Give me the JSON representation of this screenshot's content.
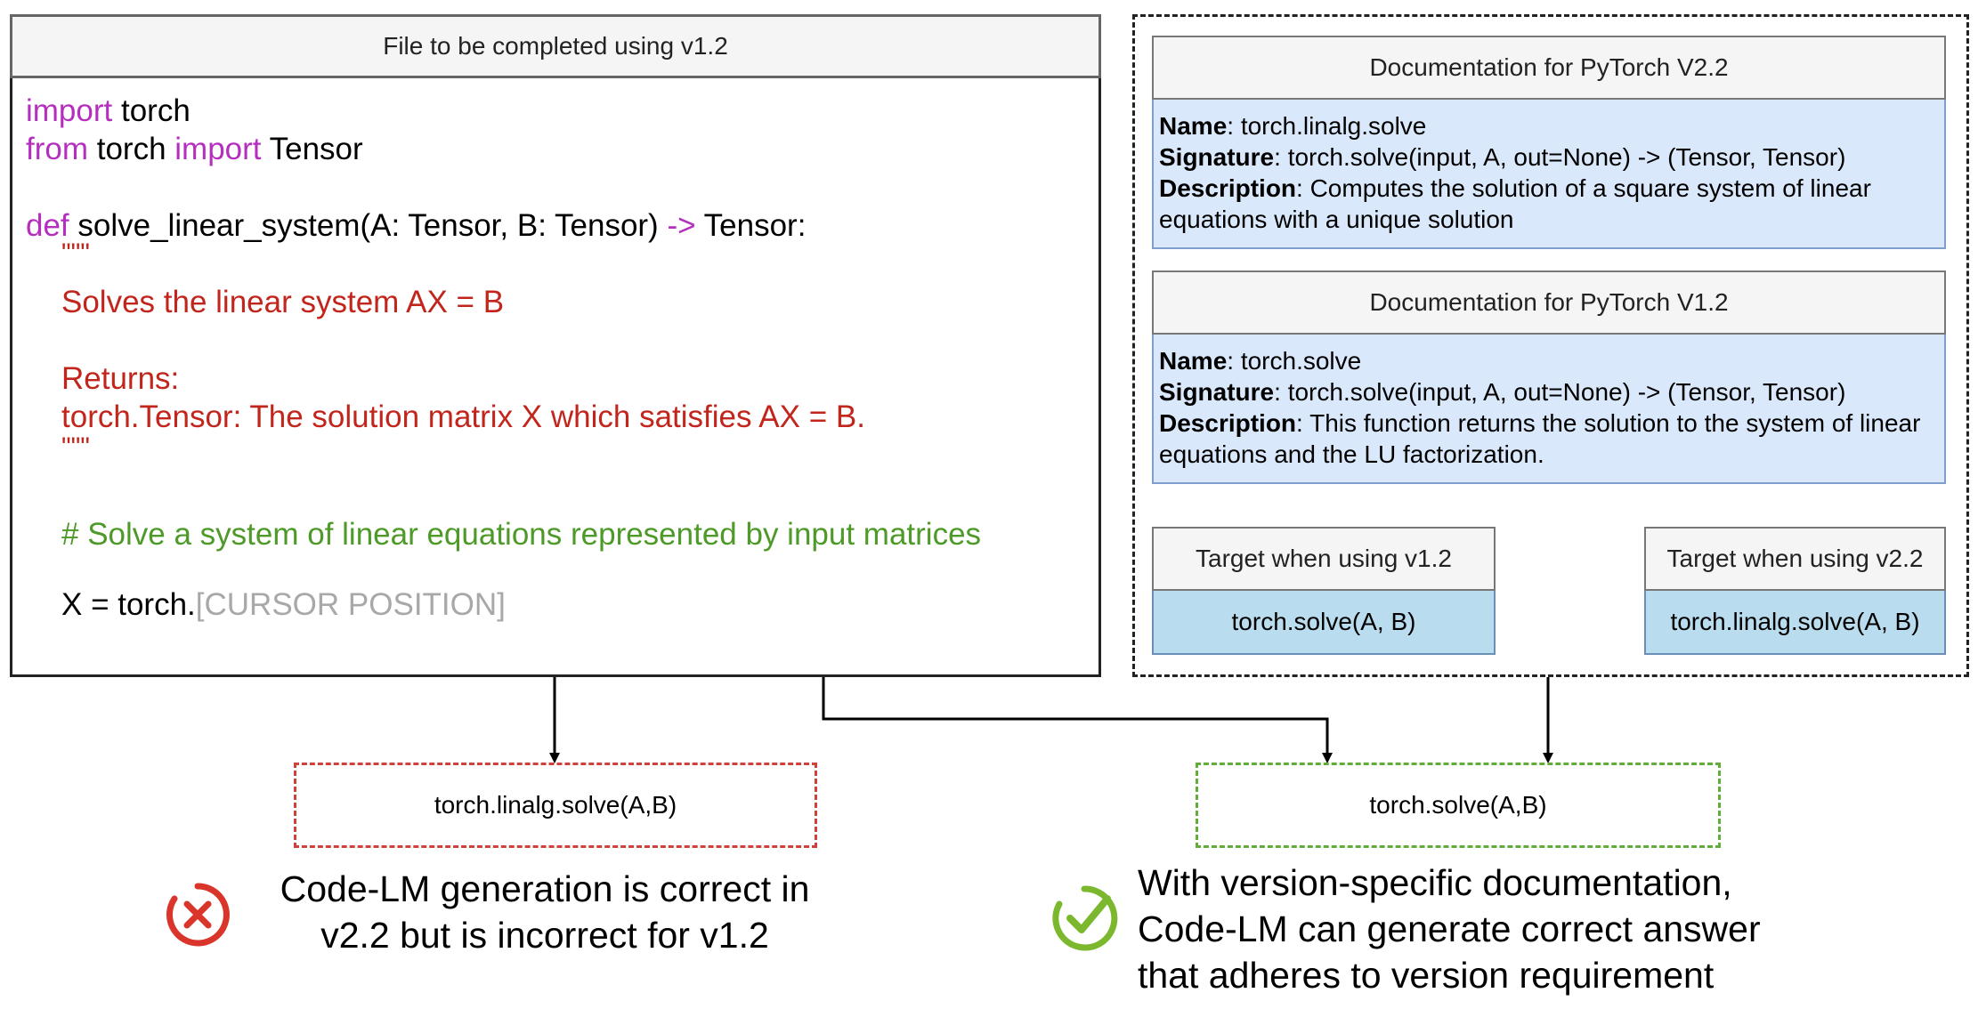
{
  "left_panel": {
    "title": "File to be completed using v1.2",
    "code": {
      "l1_kw": "import",
      "l1_rest": " torch",
      "l2_kw1": "from",
      "l2_mid": " torch ",
      "l2_kw2": "import",
      "l2_rest": " Tensor",
      "l3_kw": "def",
      "l3_sig": " solve_linear_system(A: Tensor, B: Tensor) ",
      "l3_arrow": "->",
      "l3_ret": " Tensor:",
      "doc_open": "\"\"\"",
      "doc_line1": "Solves the linear system AX = B",
      "doc_returns": "Returns:",
      "doc_line2": "torch.Tensor: The solution matrix X which satisfies AX = B.",
      "doc_close": "\"\"\"",
      "comment": "# Solve a system of linear equations represented by input matrices",
      "stmt": "X = torch.",
      "cursor": "[CURSOR POSITION]"
    }
  },
  "docs": [
    {
      "title": "Documentation for PyTorch V2.2",
      "name_label": "Name",
      "name_value": ": torch.linalg.solve",
      "sig_label": "Signature",
      "sig_value": ": torch.solve(input, A, out=None) -> (Tensor, Tensor)",
      "desc_label": "Description",
      "desc_value": ": Computes the solution of a square system of linear equations with a unique solution"
    },
    {
      "title": "Documentation for PyTorch V1.2",
      "name_label": "Name",
      "name_value": ": torch.solve",
      "sig_label": "Signature",
      "sig_value": ": torch.solve(input, A, out=None) -> (Tensor, Tensor)",
      "desc_label": "Description",
      "desc_value": ": This function returns the solution to the system of linear equations and the LU factorization."
    }
  ],
  "targets": [
    {
      "title": "Target when using v1.2",
      "value": "torch.solve(A, B)"
    },
    {
      "title": "Target when using v2.2",
      "value": "torch.linalg.solve(A, B)"
    }
  ],
  "outputs": {
    "wrong": "torch.linalg.solve(A,B)",
    "right": "torch.solve(A,B)"
  },
  "verdicts": {
    "wrong_line1": "Code-LM generation is correct in",
    "wrong_line2": "v2.2 but is incorrect for v1.2",
    "right_line1": "With version-specific documentation,",
    "right_line2": "Code-LM can generate correct answer",
    "right_line3": "that adheres to version requirement"
  },
  "colors": {
    "keyword": "#b52fbf",
    "docstring": "#c1251c",
    "comment": "#4d9a28",
    "cursor": "#a8a8a8",
    "doc_body": "#dae8fc",
    "target_body": "#b9dcee",
    "wrong": "#d0413c",
    "right": "#5fae3a"
  },
  "icons": {
    "wrong": "cross-circle-icon",
    "right": "check-circle-icon"
  }
}
